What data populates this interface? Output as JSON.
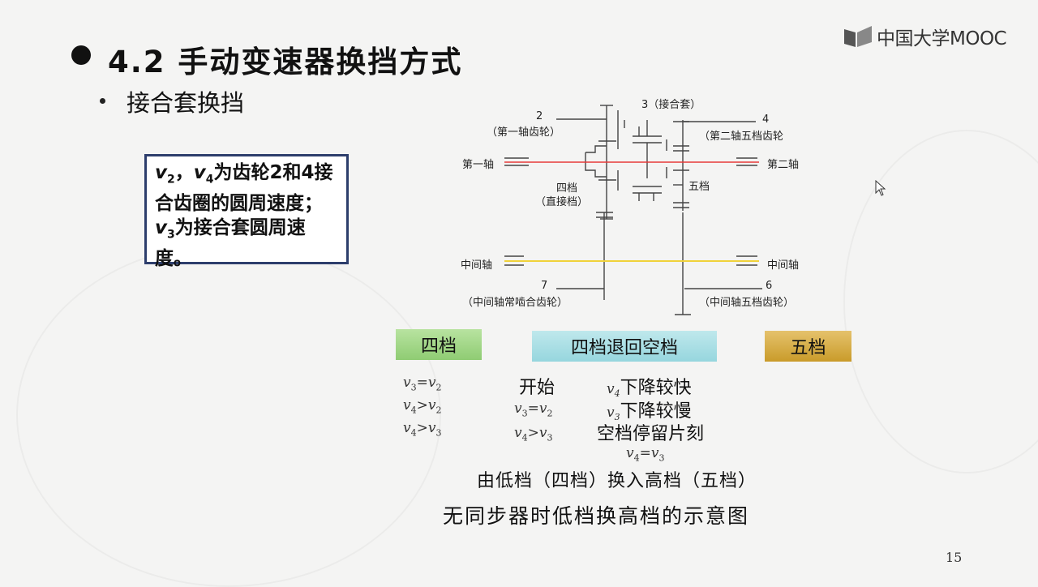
{
  "title": "4.2 手动变速器换挡方式",
  "subtitle": "接合套换挡",
  "logo_text": "中国大学MOOC",
  "definition": {
    "v2": "v",
    "v2_sub": "2",
    "sep": "，",
    "v4": "v",
    "v4_sub": "4",
    "text1": "为齿轮2和4接合齿圈的圆周速度",
    "text2": "；",
    "v3": "v",
    "v3_sub": "3",
    "text3": "为接合套圆周速度。"
  },
  "diagram": {
    "label_2": "2",
    "label_2_desc": "（第一轴齿轮）",
    "label_3": "3（接合套）",
    "label_4": "4",
    "label_4_desc": "（第二轴五档齿轮",
    "first_shaft_left": "第一轴",
    "second_shaft_right": "第二轴",
    "gear4_label": "四档",
    "gear4_desc": "（直接档）",
    "gear5_label": "五档",
    "mid_shaft_left": "中间轴",
    "mid_shaft_right": "中间轴",
    "label_7": "7",
    "label_7_desc": "（中间轴常啮合齿轮）",
    "label_6": "6",
    "label_6_desc": "（中间轴五档齿轮）"
  },
  "stages": [
    "四档",
    "四档退回空档",
    "五档"
  ],
  "col1": [
    {
      "a": "v",
      "as": "3",
      "op": "=",
      "b": "v",
      "bs": "2"
    },
    {
      "a": "v",
      "as": "4",
      "op": ">",
      "b": "v",
      "bs": "2"
    },
    {
      "a": "v",
      "as": "4",
      "op": ">",
      "b": "v",
      "bs": "3"
    }
  ],
  "col2": {
    "start": "开始",
    "eq": {
      "a": "v",
      "as": "3",
      "op": "=",
      "b": "v",
      "bs": "2"
    },
    "gt": {
      "a": "v",
      "as": "4",
      "op": ">",
      "b": "v",
      "bs": "3"
    }
  },
  "col3": {
    "line1_var": "v",
    "line1_sub": "4",
    "line1_text": "下降较快",
    "line2_var": "v",
    "line2_sub": "3",
    "line2_text": "下降较慢",
    "line3_text": "空档停留片刻",
    "eq": {
      "a": "v",
      "as": "4",
      "op": "=",
      "b": "v",
      "bs": "3"
    }
  },
  "caption_1": "由低档（四档）换入高档（五档）",
  "caption_2": "无同步器时低档换高档的示意图",
  "page_number": "15",
  "colors": {
    "first_shaft": "#e63b3b",
    "mid_shaft": "#f0d23a",
    "box_border": "#2d3e6c"
  }
}
